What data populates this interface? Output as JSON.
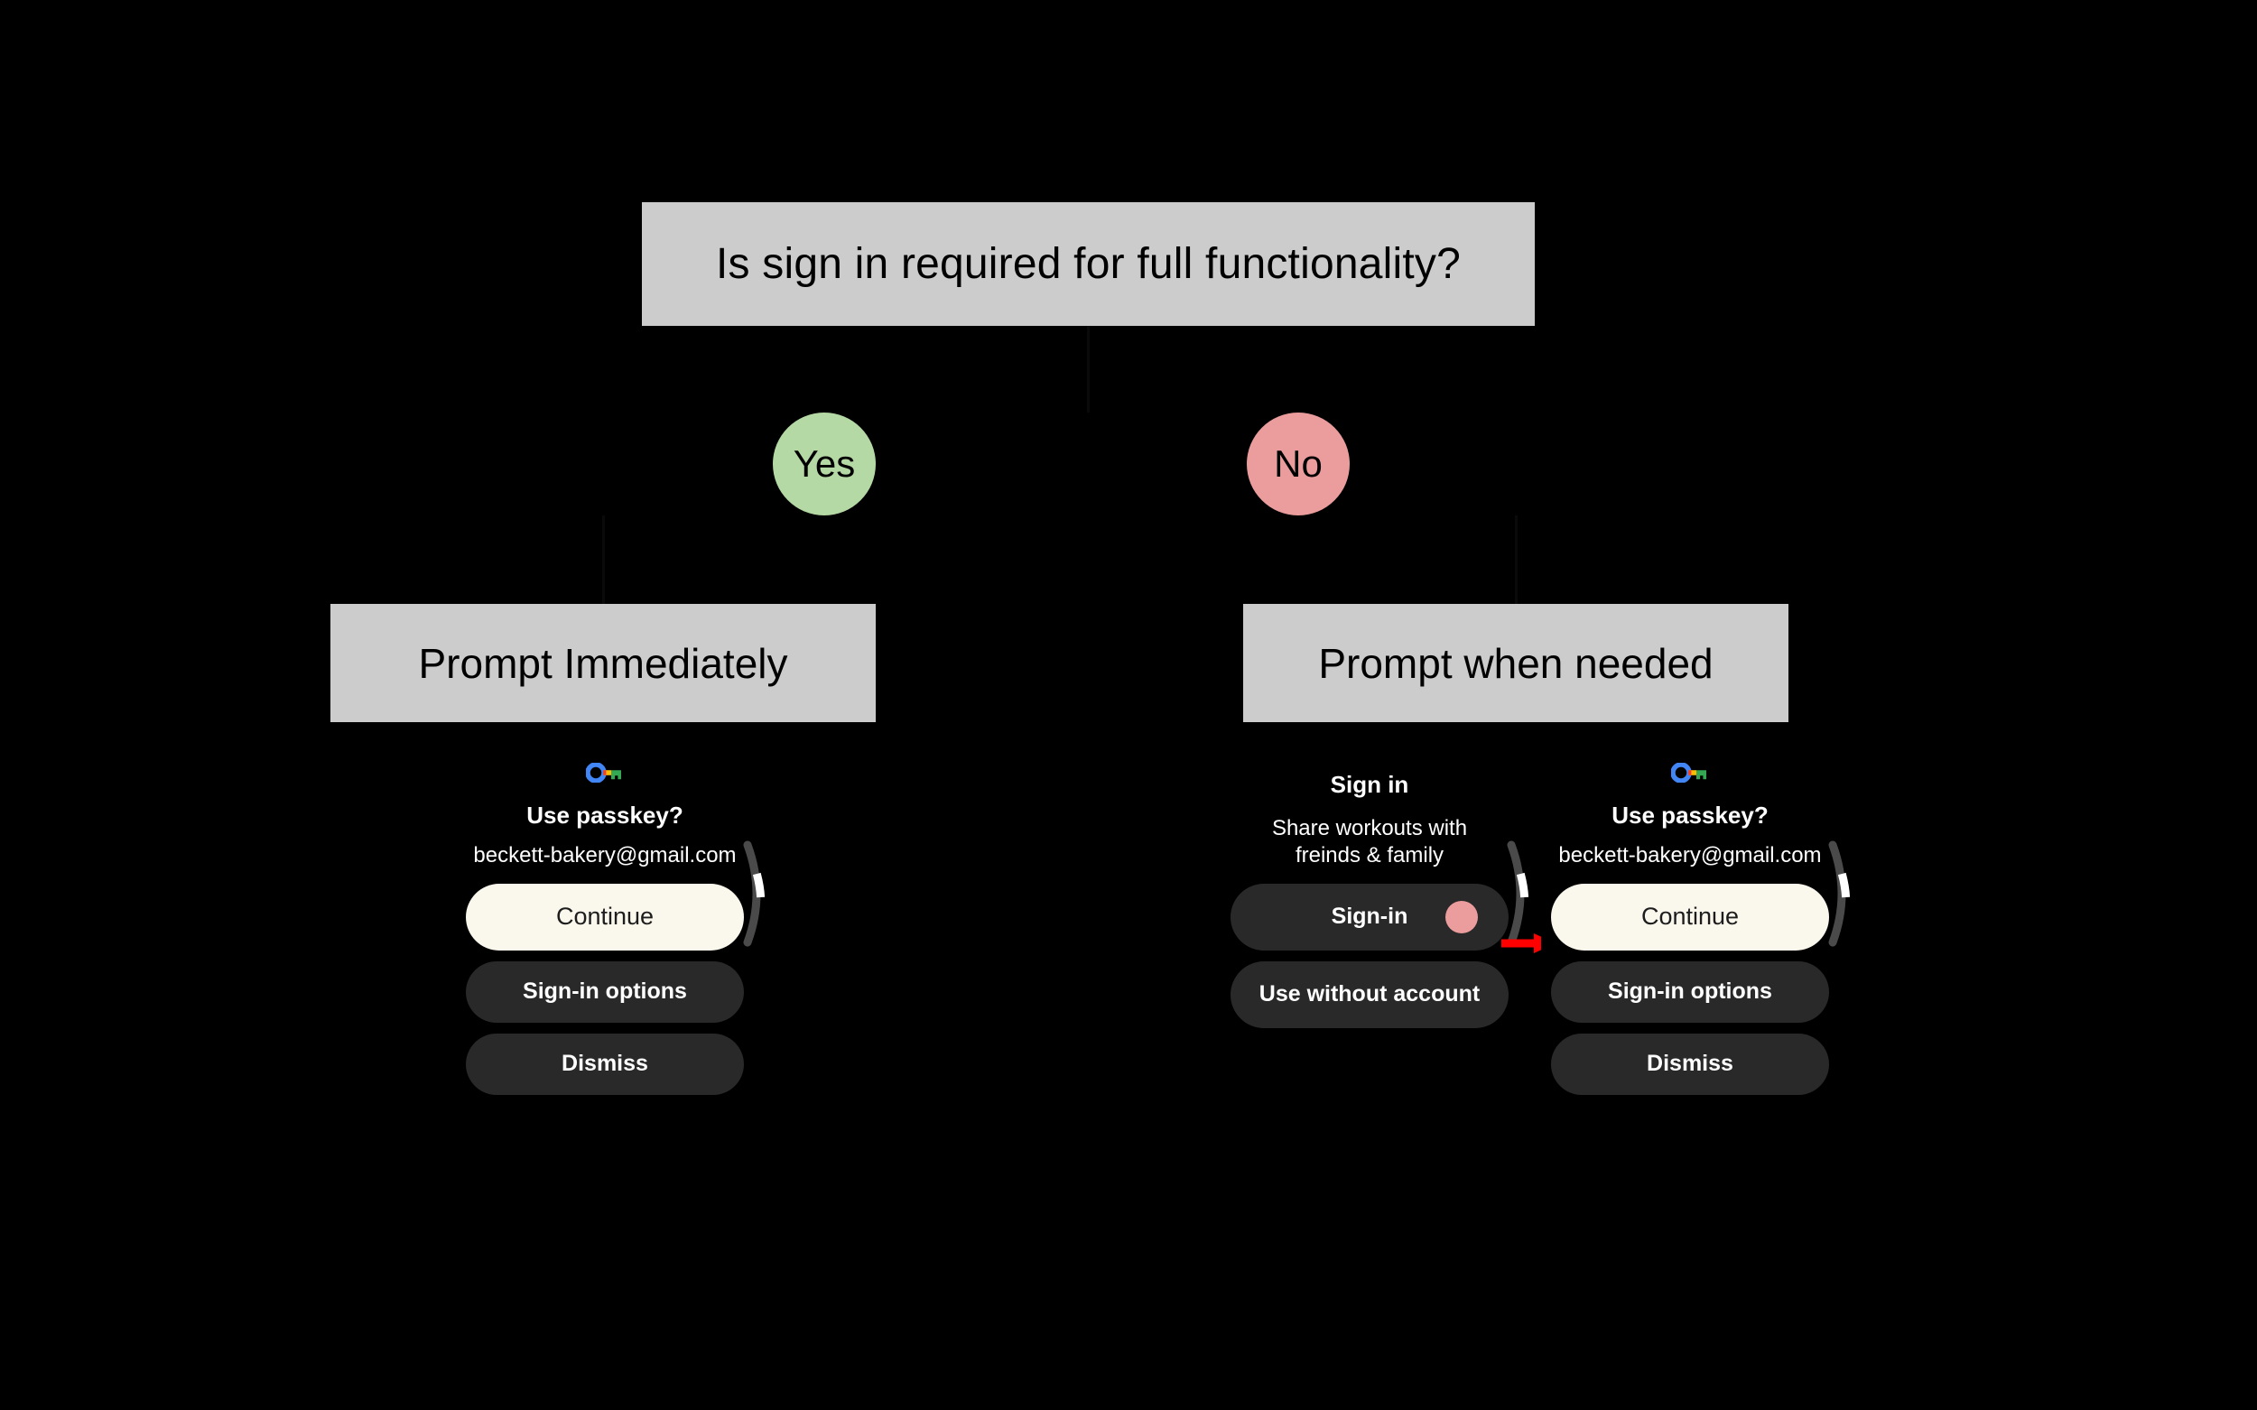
{
  "diagram": {
    "decision": {
      "label": "Is sign in required for full functionality?"
    },
    "branches": [
      {
        "chip": "Yes",
        "chip_color": "#b4d9a4",
        "box": "Prompt Immediately"
      },
      {
        "chip": "No",
        "chip_color": "#eb9c9c",
        "box": "Prompt when needed"
      }
    ]
  },
  "mockups": {
    "left": {
      "icon": "google-passkey-icon",
      "title": "Use passkey?",
      "subtitle": "beckett-bakery@gmail.com",
      "buttons": [
        {
          "label": "Continue",
          "style": "primary"
        },
        {
          "label": "Sign-in options",
          "style": "secondary"
        },
        {
          "label": "Dismiss",
          "style": "secondary"
        }
      ]
    },
    "middle": {
      "title": "Sign in",
      "subtitle": "Share workouts with freinds & family",
      "buttons": [
        {
          "label": "Sign-in",
          "style": "secondary",
          "dot_color": "#eb9c9c"
        },
        {
          "label": "Use without account",
          "style": "secondary"
        }
      ]
    },
    "right": {
      "icon": "google-passkey-icon",
      "title": "Use passkey?",
      "subtitle": "beckett-bakery@gmail.com",
      "buttons": [
        {
          "label": "Continue",
          "style": "primary"
        },
        {
          "label": "Sign-in options",
          "style": "secondary"
        },
        {
          "label": "Dismiss",
          "style": "secondary"
        }
      ]
    }
  },
  "annotations": {
    "arrow_color": "#ff0000"
  },
  "colors": {
    "background": "#000000",
    "box_fill": "#cccccc",
    "button_dark": "#292929",
    "button_primary": "#faf7ec",
    "text_light": "#ffffff"
  }
}
